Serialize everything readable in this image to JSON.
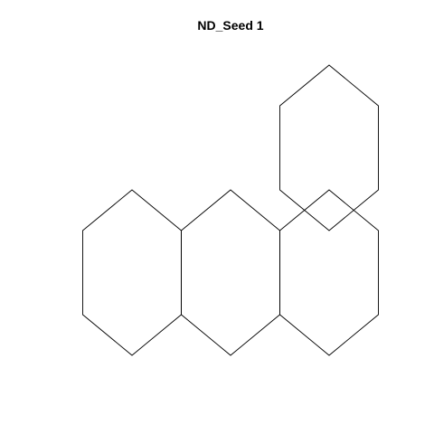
{
  "title": "ND_Seed 1",
  "stroke_color": "#000000",
  "background_color": "#ffffff",
  "cells": [
    {
      "id": "top",
      "row": 0,
      "col": 2
    },
    {
      "id": "middle-left",
      "row": 1,
      "col": 0
    },
    {
      "id": "middle-center",
      "row": 1,
      "col": 1
    },
    {
      "id": "middle-right",
      "row": 1,
      "col": 2
    }
  ]
}
